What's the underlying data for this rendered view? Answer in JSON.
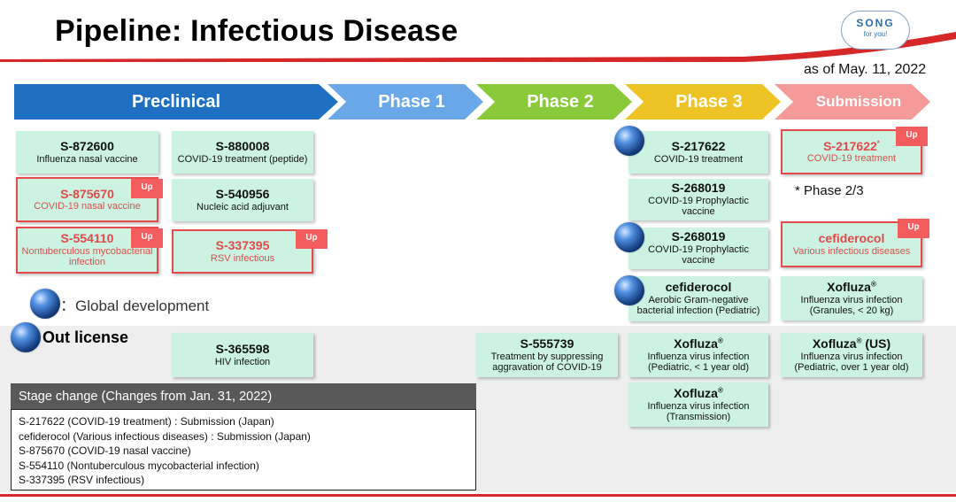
{
  "header": {
    "title": "Pipeline: Infectious Disease",
    "as_of": "as of May. 11, 2022"
  },
  "logo": {
    "main": "SONG",
    "sub": "for you!"
  },
  "stages": [
    "Preclinical",
    "Phase 1",
    "Phase 2",
    "Phase 3",
    "Submission"
  ],
  "up_label": "Up",
  "legend": {
    "label": "：Global development"
  },
  "out_license": {
    "title": "Out license"
  },
  "note": "* Phase 2/3",
  "cards": {
    "s872600": {
      "name": "S-872600",
      "desc": "Influenza nasal vaccine"
    },
    "s880008": {
      "name": "S-880008",
      "desc": "COVID-19 treatment (peptide)"
    },
    "s875670": {
      "name": "S-875670",
      "desc": "COVID-19 nasal vaccine"
    },
    "s540956": {
      "name": "S-540956",
      "desc": "Nucleic acid adjuvant"
    },
    "s554110": {
      "name": "S-554110",
      "desc": "Nontuberculous mycobacterial infection"
    },
    "s337395": {
      "name": "S-337395",
      "desc": "RSV infectious"
    },
    "s217622_p3": {
      "name": "S-217622",
      "desc": "COVID-19  treatment"
    },
    "s268019_a": {
      "name": "S-268019",
      "desc": "COVID-19 Prophylactic vaccine"
    },
    "s268019_b": {
      "name": "S-268019",
      "desc": "COVID-19 Prophylactic vaccine"
    },
    "cefiderocol_p3": {
      "name": "cefiderocol",
      "desc": "Aerobic Gram-negative bacterial infection (Pediatric)"
    },
    "s217622_sub": {
      "name": "S-217622",
      "sup": "*",
      "desc": "COVID-19 treatment"
    },
    "cefiderocol_sub": {
      "name": "cefiderocol",
      "desc": "Various infectious diseases"
    },
    "xofluza_granules": {
      "name": "Xofluza",
      "sup": "®",
      "desc": "Influenza virus infection (Granules, < 20 kg)"
    },
    "s365598": {
      "name": "S-365598",
      "desc": "HIV infection"
    },
    "s555739": {
      "name": "S-555739",
      "desc": "Treatment by suppressing aggravation of COVID-19"
    },
    "xofluza_ped": {
      "name": "Xofluza",
      "sup": "®",
      "desc": "Influenza virus infection (Pediatric, < 1 year old)"
    },
    "xofluza_trans": {
      "name": "Xofluza",
      "sup": "®",
      "desc": "Influenza virus infection (Transmission)"
    },
    "xofluza_us": {
      "name": "Xofluza",
      "sup": "®",
      "suffix": " (US)",
      "desc": "Influenza virus infection (Pediatric, over 1 year old)"
    }
  },
  "stage_change": {
    "title": "Stage change (Changes from Jan. 31, 2022)",
    "items": [
      "S-217622 (COVID-19 treatment) : Submission (Japan)",
      "cefiderocol (Various infectious diseases) : Submission (Japan)",
      "S-875670 (COVID-19 nasal vaccine)",
      "S-554110 (Nontuberculous mycobacterial infection)",
      "S-337395 (RSV infectious)"
    ]
  },
  "colors": {
    "accent_red": "#d62828",
    "card_green": "#ccf3e1",
    "highlight_red": "#e44b4b"
  }
}
